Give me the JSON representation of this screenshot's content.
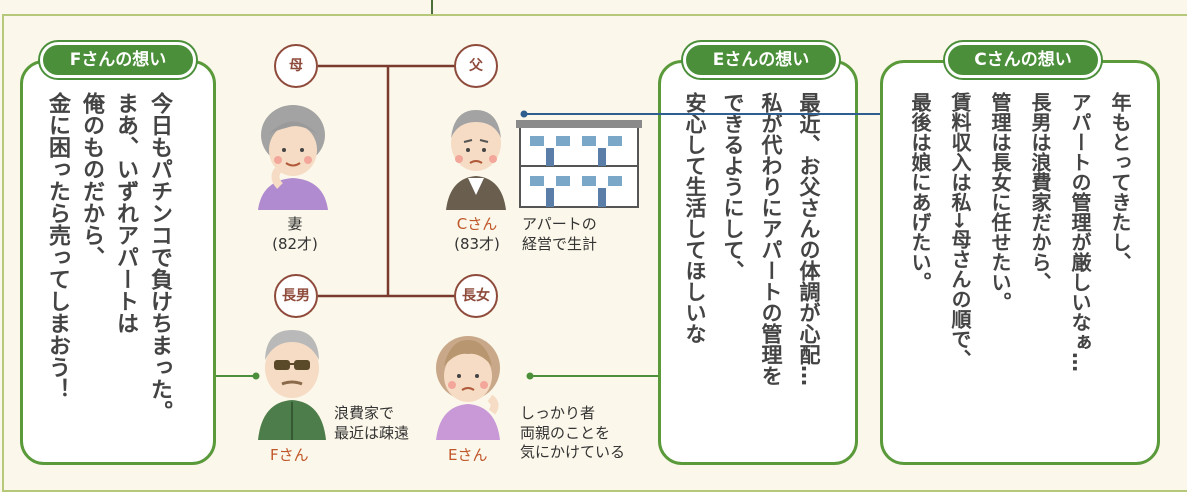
{
  "panels": {
    "f_thoughts": {
      "title": "Fさんの想い",
      "lines": [
        "今日もパチンコで負けちまった。",
        "まあ、いずれアパートは",
        "俺のものだから、",
        "金に困ったら売ってしまおう！"
      ]
    },
    "e_thoughts": {
      "title": "Eさんの想い",
      "lines": [
        "最近、お父さんの体調が心配…",
        "私が代わりにアパートの管理を",
        "できるようにして、",
        "安心して生活してほしいな"
      ]
    },
    "c_thoughts": {
      "title": "Cさんの想い",
      "lines": [
        "年もとってきたし、",
        "アパートの管理が厳しいなぁ…",
        "長男は浪費家だから、",
        "管理は長女に任せたい。",
        "賃料収入は私→母さんの順で、",
        "最後は娘にあげたい。"
      ]
    }
  },
  "family": {
    "mother_badge": "母",
    "father_badge": "父",
    "son_badge": "長男",
    "daughter_badge": "長女",
    "wife_name": "妻",
    "wife_age": "(82才)",
    "c_name": "Cさん",
    "c_age": "(83才)",
    "apartment_label": [
      "アパートの",
      "経営で生計"
    ],
    "f_name": "Fさん",
    "f_note": [
      "浪費家で",
      "最近は疎遠"
    ],
    "e_name": "Eさん",
    "e_note": [
      "しっかり者",
      "両親のことを",
      "気にかけている"
    ]
  },
  "colors": {
    "green": "#4c8f3a",
    "panel_border": "#5a9a3a",
    "badge_brown": "#8e4a3a",
    "name_orange": "#c0572a",
    "line_brown": "#7a3b2e",
    "connector_blue": "#2f5f8f"
  }
}
